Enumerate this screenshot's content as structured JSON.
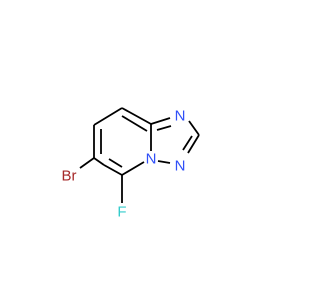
{
  "molecule": {
    "atoms": {
      "bromine": {
        "symbol": "Br",
        "color": "#a62929"
      },
      "fluorine": {
        "symbol": "F",
        "color": "#33cccc"
      },
      "nitrogen_bridge": {
        "symbol": "N",
        "color": "#3050f8"
      },
      "nitrogen_ring_1": {
        "symbol": "N",
        "color": "#3050f8"
      },
      "nitrogen_ring_2": {
        "symbol": "N",
        "color": "#3050f8"
      }
    },
    "bond_color": "#000000"
  }
}
